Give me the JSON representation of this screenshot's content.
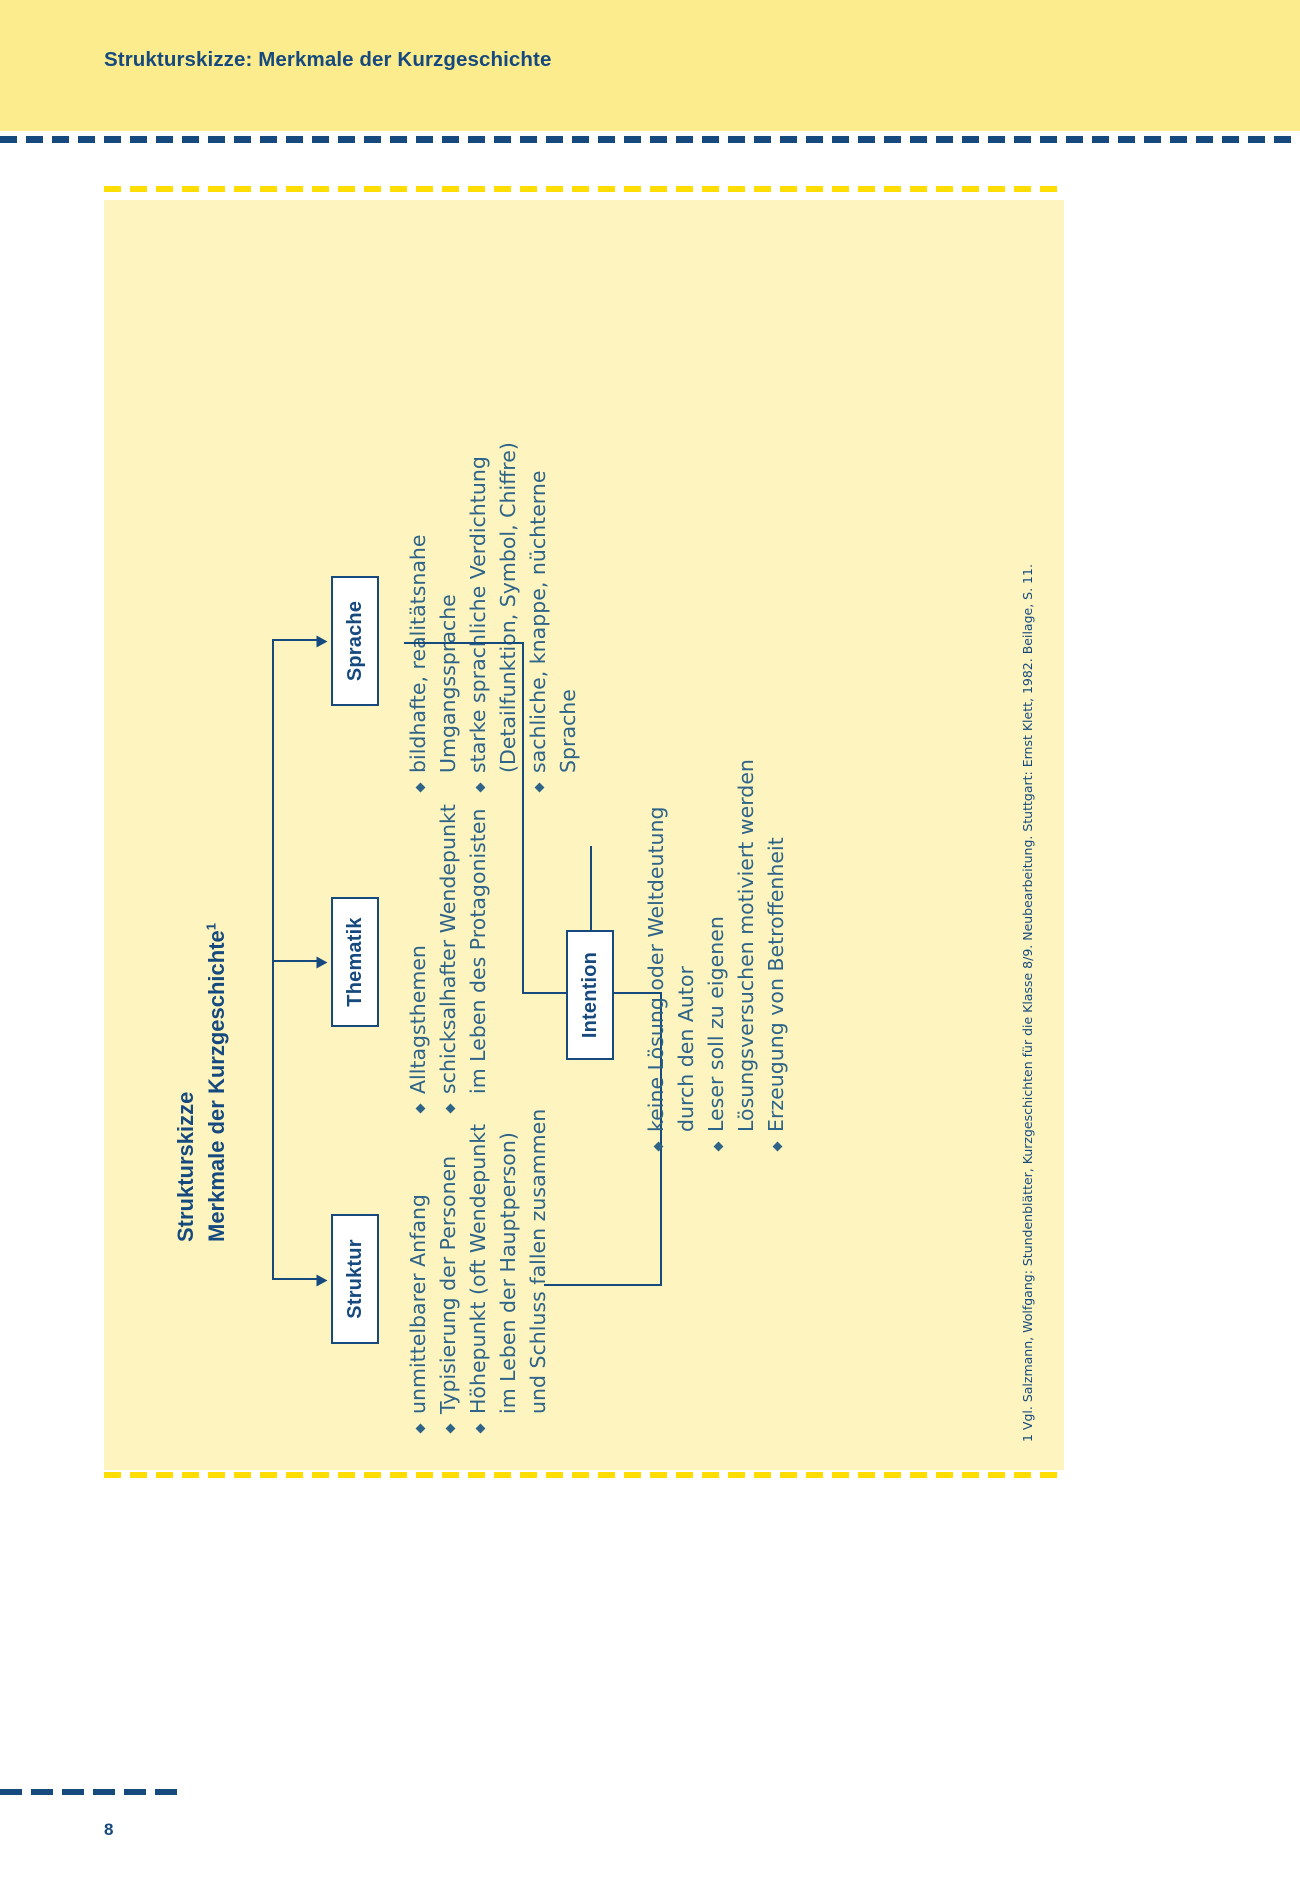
{
  "header": {
    "title": "Strukturskizze: Merkmale der Kurzgeschichte"
  },
  "diagram": {
    "title_line1": "Strukturskizze",
    "title_line2": "Merkmale der Kurzgeschichte",
    "title_footnote_marker": "1",
    "nodes": {
      "struktur": "Struktur",
      "thematik": "Thematik",
      "sprache": "Sprache",
      "intention": "Intention"
    },
    "struktur_items": [
      {
        "bullet": true,
        "text": "unmittelbarer Anfang"
      },
      {
        "bullet": true,
        "text": "Typisierung der Personen"
      },
      {
        "bullet": true,
        "text": "Höhepunkt (oft Wendepunkt"
      },
      {
        "bullet": false,
        "text": "im Leben der Hauptperson)"
      },
      {
        "bullet": false,
        "text": "und Schluss fallen zusammen"
      }
    ],
    "thematik_items": [
      {
        "bullet": true,
        "text": "Alltagsthemen"
      },
      {
        "bullet": true,
        "text": "schicksalhafter Wendepunkt"
      },
      {
        "bullet": false,
        "text": "im Leben des Protagonisten"
      }
    ],
    "sprache_items": [
      {
        "bullet": true,
        "text": "bildhafte, realitätsnahe"
      },
      {
        "bullet": false,
        "text": "Umgangssprache"
      },
      {
        "bullet": true,
        "text": "starke sprachliche Verdichtung"
      },
      {
        "bullet": false,
        "text": "(Detailfunktion, Symbol, Chiffre)"
      },
      {
        "bullet": true,
        "text": "sachliche, knappe, nüchterne"
      },
      {
        "bullet": false,
        "text": "Sprache"
      }
    ],
    "intention_items": [
      {
        "bullet": true,
        "text": "keine Lösung oder Weltdeutung"
      },
      {
        "bullet": false,
        "text": "durch den Autor"
      },
      {
        "bullet": true,
        "text": "Leser soll zu eigenen"
      },
      {
        "bullet": false,
        "text": "Lösungsversuchen motiviert werden"
      },
      {
        "bullet": true,
        "text": "Erzeugung von Betroffenheit"
      }
    ],
    "footnote": "1 Vgl. Salzmann, Wolfgang: Stundenblätter, Kurzgeschichten für die Klasse 8/9. Neubearbeitung. Stuttgart: Ernst Klett, 1982. Beilage, S. 11."
  },
  "footer": {
    "page_number": "8"
  },
  "colors": {
    "header_bg": "#fdec8d",
    "panel_bg": "#fdf4c0",
    "ink": "#164a7e",
    "body_text": "#2e6488",
    "yellow_dash": "#ffdd00"
  }
}
